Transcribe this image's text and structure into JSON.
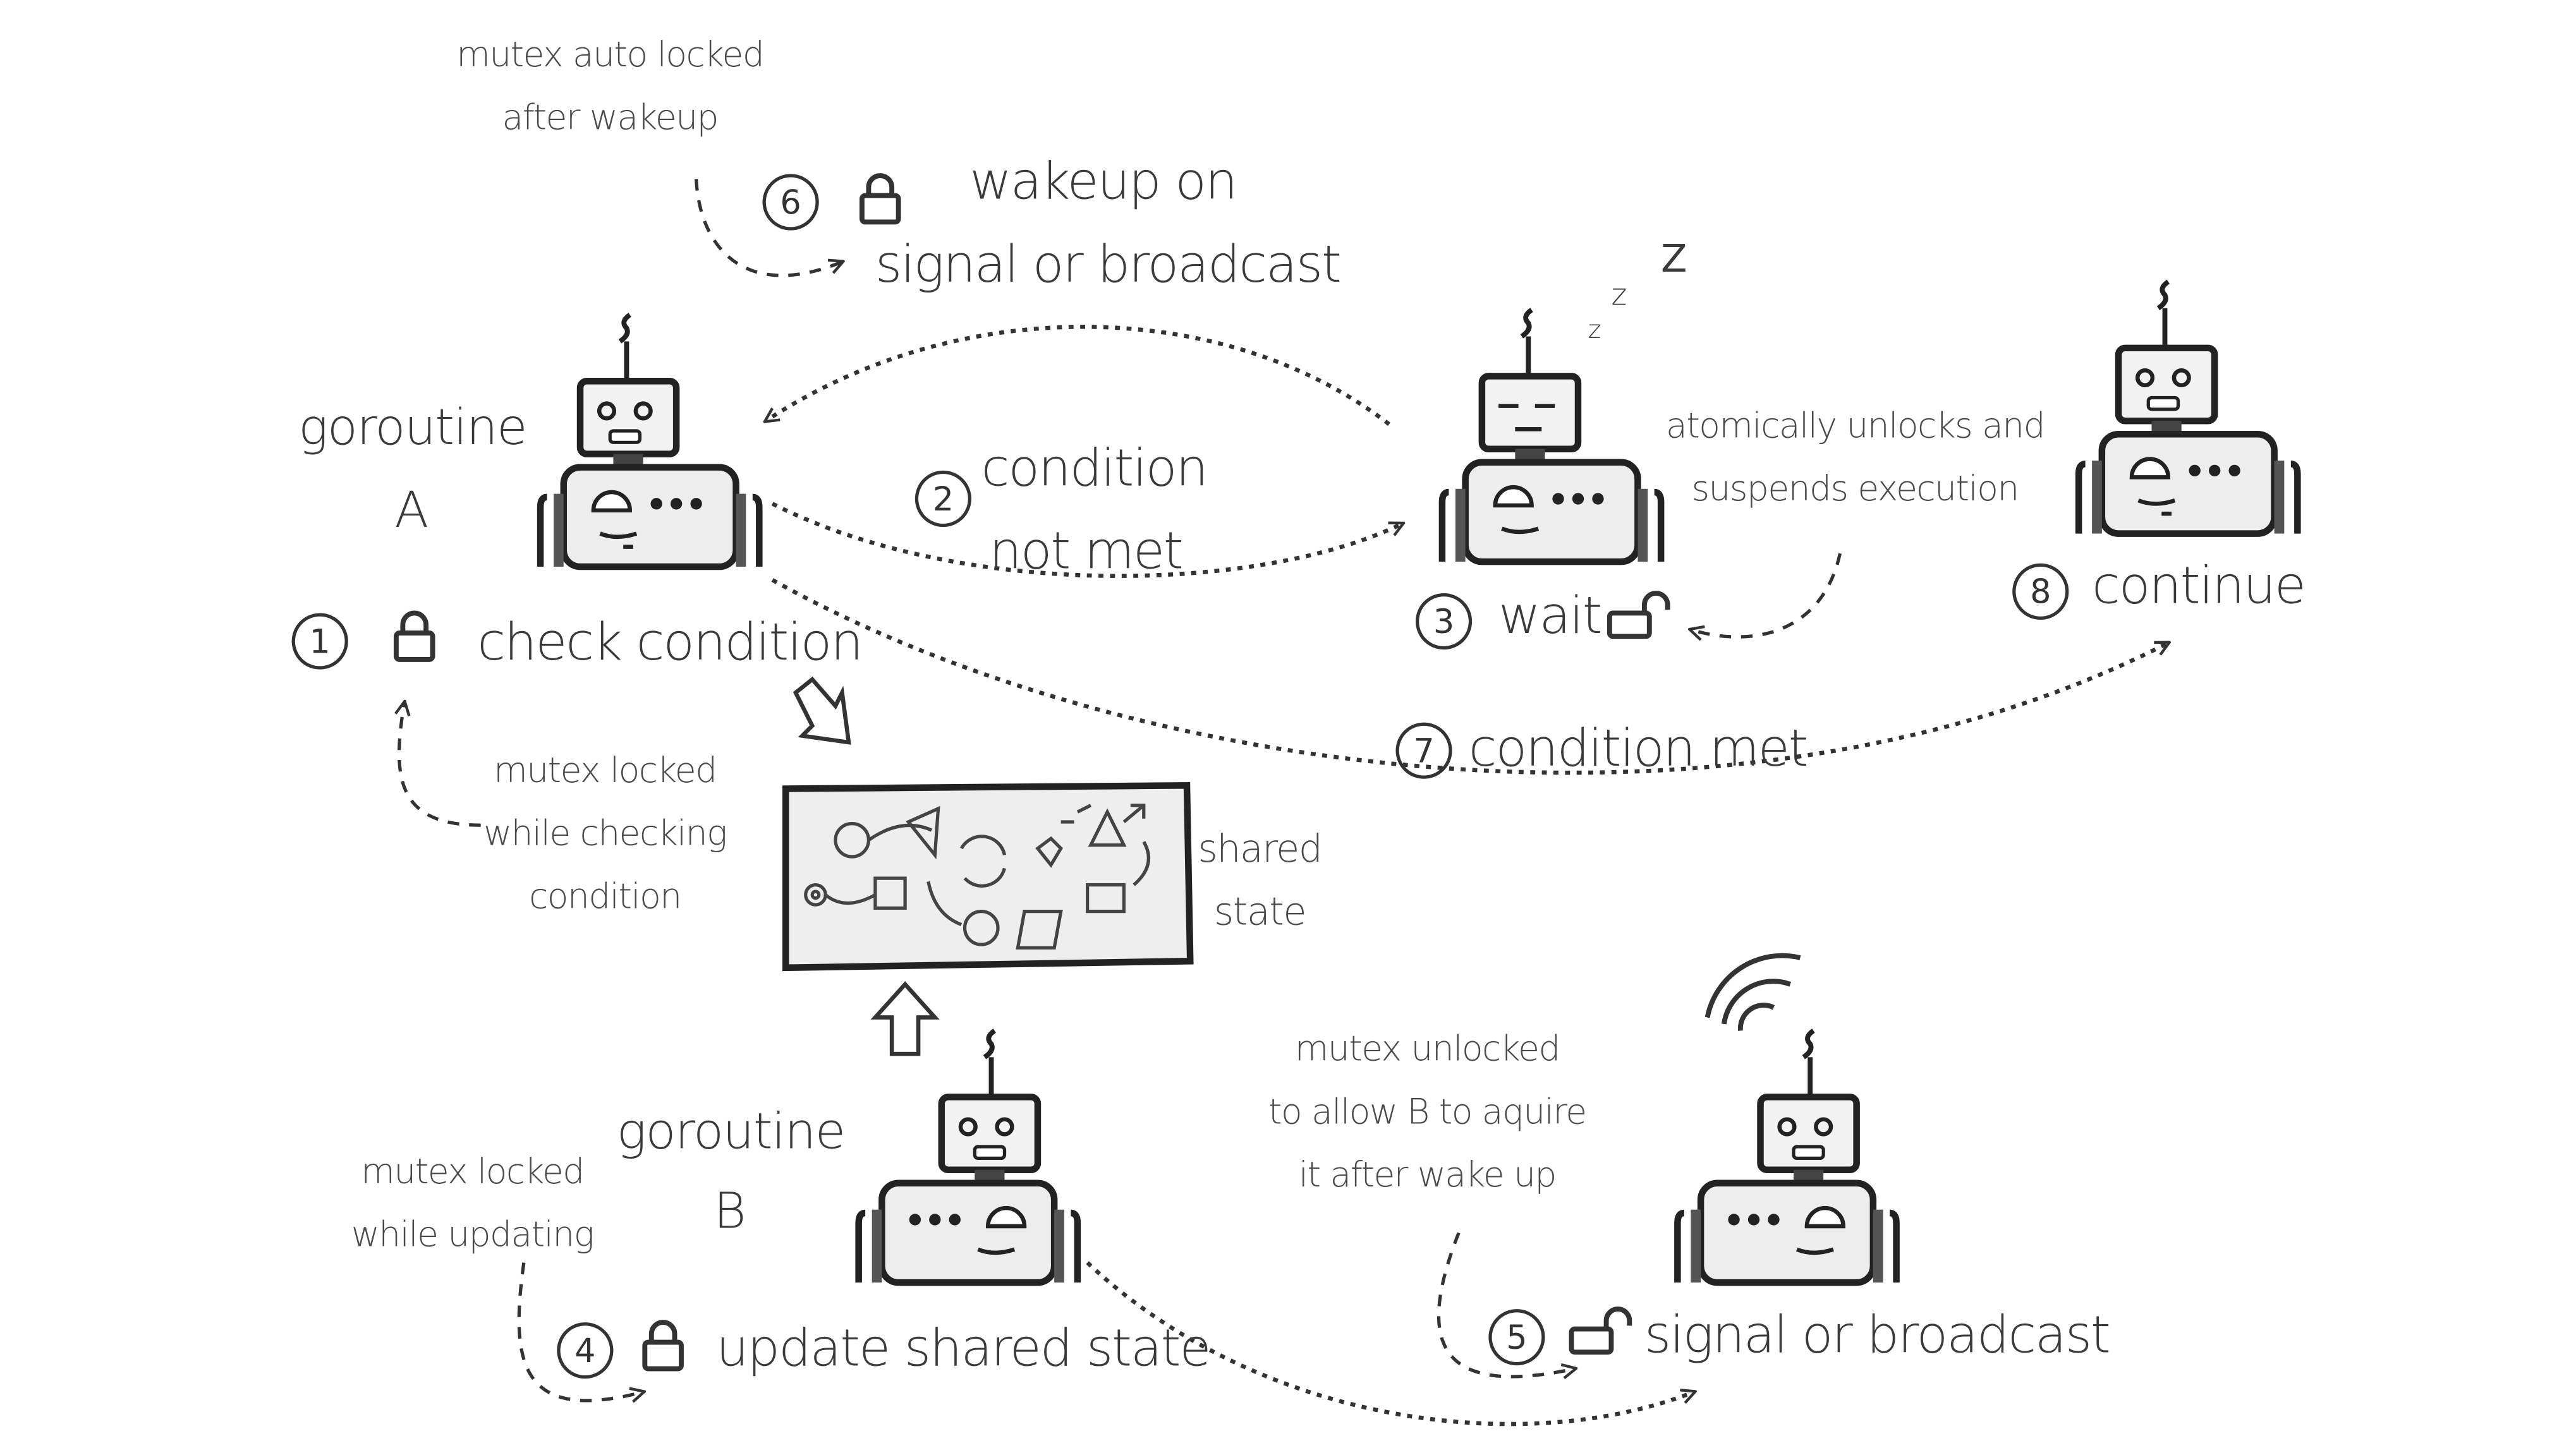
{
  "notes": {
    "auto_locked": [
      "mutex auto locked",
      "after wakeup"
    ],
    "atomic_unlock": [
      "atomically unlocks and",
      "suspends execution"
    ],
    "locked_checking": [
      "mutex locked",
      "while checking",
      "condition"
    ],
    "locked_updating": [
      "mutex locked",
      "while updating"
    ],
    "unlocked_allow": [
      "mutex unlocked",
      "to allow B to aquire",
      "it after wake up"
    ]
  },
  "labels": {
    "goroutine_a": [
      "goroutine",
      "A"
    ],
    "goroutine_b": [
      "goroutine",
      "B"
    ],
    "shared_state": [
      "shared",
      "state"
    ],
    "zzz": [
      "z",
      "z",
      "Z"
    ]
  },
  "steps": [
    {
      "num": "1",
      "text": "check condition",
      "lock": "locked"
    },
    {
      "num": "2",
      "text": [
        "condition",
        "not met"
      ]
    },
    {
      "num": "3",
      "text": "wait",
      "lock": "unlocked"
    },
    {
      "num": "4",
      "text": "update shared state",
      "lock": "locked"
    },
    {
      "num": "5",
      "text": "signal or broadcast",
      "lock": "unlocked"
    },
    {
      "num": "6",
      "text": [
        "wakeup on",
        "signal or broadcast"
      ],
      "lock": "locked"
    },
    {
      "num": "7",
      "text": "condition met"
    },
    {
      "num": "8",
      "text": "continue"
    }
  ],
  "icons": [
    "robot-icon",
    "sleeping-robot-icon",
    "broadcasting-robot-icon",
    "lock-icon",
    "unlock-icon",
    "shared-state-board-icon",
    "hollow-arrow-icon"
  ]
}
